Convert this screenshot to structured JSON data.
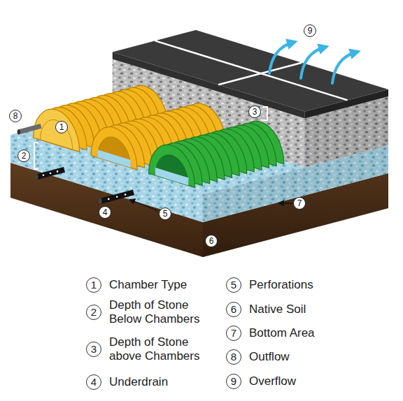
{
  "diagram": {
    "labels": [
      "1",
      "2",
      "3",
      "4",
      "5",
      "6",
      "7",
      "8",
      "9",
      "1",
      "Chamber Type",
      "2",
      "Depth of Stone Below Chambers",
      "3",
      "Depth of Stone above Chambers",
      "4",
      "Underdrain",
      "5",
      "Perforations",
      "6",
      "Native Soil",
      "7",
      "Bottom Area",
      "8",
      "Outflow",
      "9",
      "Overflow"
    ]
  }
}
